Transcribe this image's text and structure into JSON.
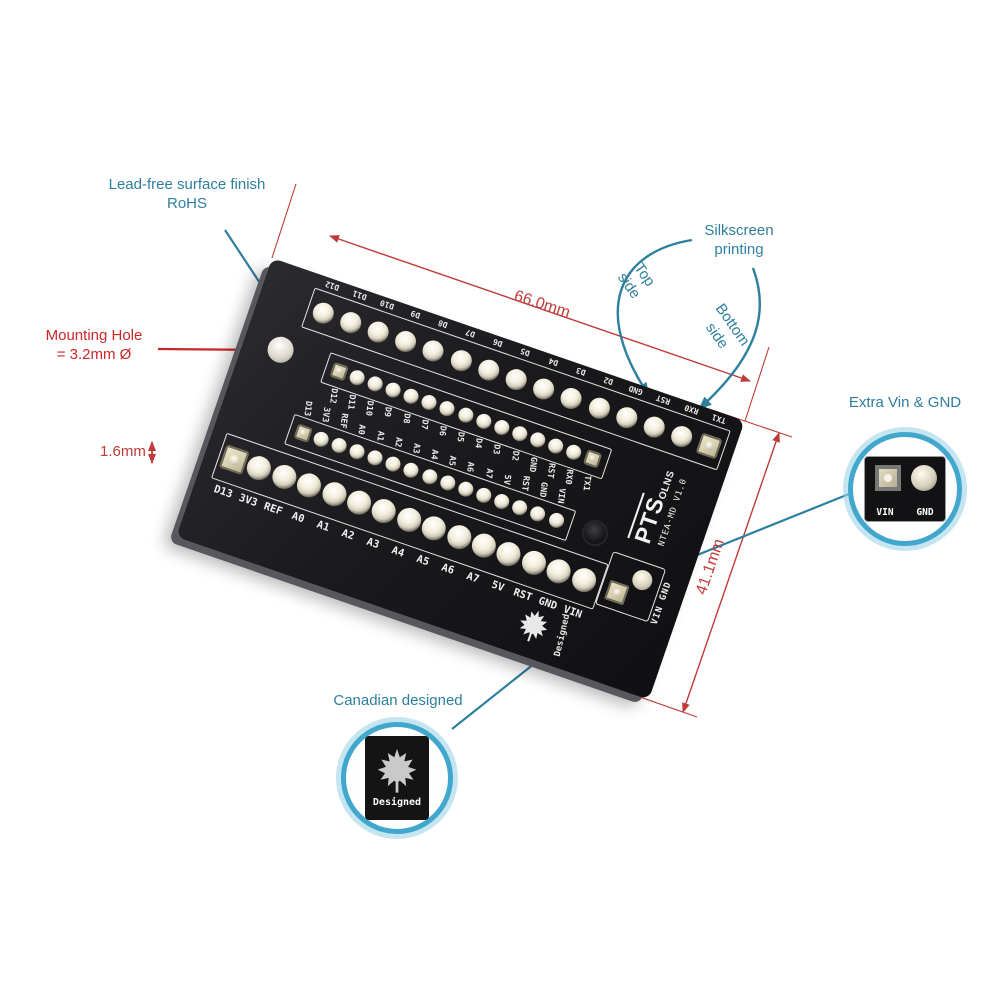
{
  "colors": {
    "annotation_teal": "#2e7f9e",
    "annotation_red": "#cb2727",
    "dimension_red": "#c03a3a",
    "board_black": "#1a1a1d",
    "silkscreen_white": "#ececec",
    "inset_ring_blue": "#41a7cc",
    "pad_silver": "#e6e0cf"
  },
  "annotations": {
    "lead_free": "Lead-free surface finish RoHS",
    "mounting_hole_line1": "Mounting Hole",
    "mounting_hole_line2": "= 3.2mm Ø",
    "thickness_dim": "1.6mm",
    "width_dim": "66.0mm",
    "height_dim": "41.1mm",
    "silkscreen": "Silkscreen printing",
    "top_side": "Top side",
    "bottom_side": "Bottom side",
    "extra_vin_gnd": "Extra Vin & GND",
    "canadian": "Canadian designed"
  },
  "pcb": {
    "top_edge_pins": [
      "D12",
      "D11",
      "D10",
      "D9",
      "D8",
      "D7",
      "D6",
      "D5",
      "D4",
      "D3",
      "D2",
      "GND",
      "RST",
      "RX0",
      "TX1"
    ],
    "top_inner_pins": [
      "D12",
      "D11",
      "D10",
      "D9",
      "D8",
      "D7",
      "D6",
      "D5",
      "D4",
      "D3",
      "D2",
      "GND",
      "RST",
      "RX0",
      "TX1"
    ],
    "bottom_inner_pins": [
      "D13",
      "3V3",
      "REF",
      "A0",
      "A1",
      "A2",
      "A3",
      "A4",
      "A5",
      "A6",
      "A7",
      "5V",
      "RST",
      "GND",
      "VIN"
    ],
    "bottom_edge_pins": [
      "D13",
      "3V3",
      "REF",
      "A0",
      "A1",
      "A2",
      "A3",
      "A4",
      "A5",
      "A6",
      "A7",
      "5V",
      "RST",
      "GND",
      "VIN"
    ],
    "logo": {
      "brand": "PTS",
      "suffix": "OLNS",
      "model": "NTEA-MD V1.0"
    },
    "extra_pads_label": "VIN GND",
    "designed_label": "Designed"
  },
  "insets": {
    "vin_gnd": {
      "pad1": "VIN",
      "pad2": "GND"
    },
    "designed": {
      "label": "Designed"
    }
  }
}
